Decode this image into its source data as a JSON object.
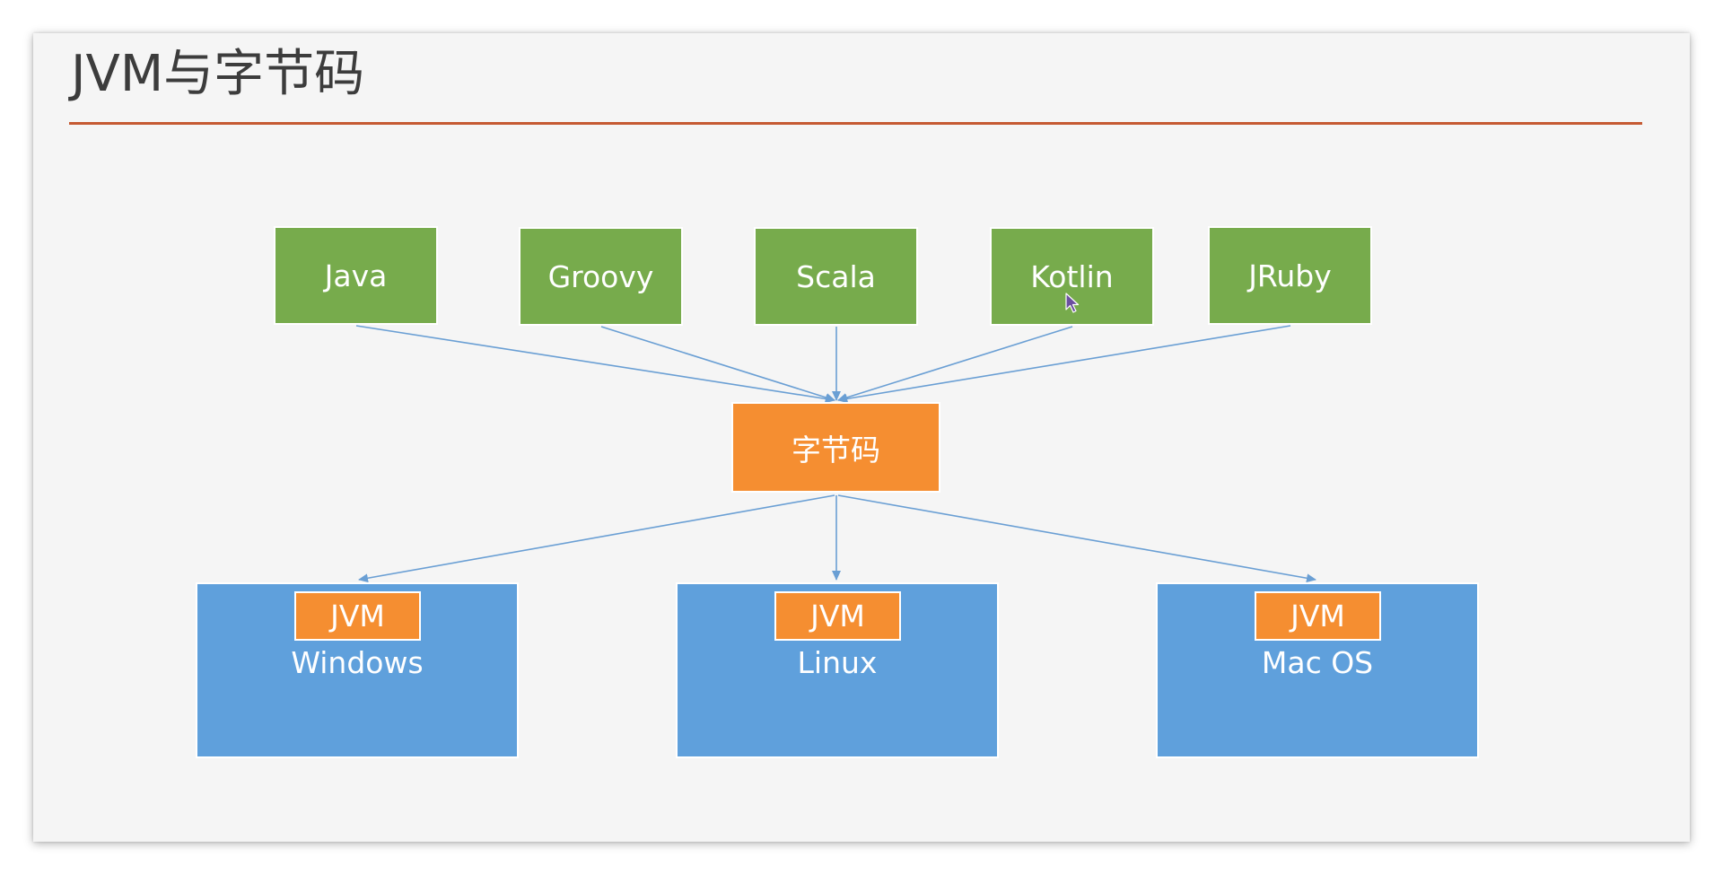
{
  "slide": {
    "title": "JVM与字节码"
  },
  "languages": [
    {
      "label": "Java"
    },
    {
      "label": "Groovy"
    },
    {
      "label": "Scala"
    },
    {
      "label": "Kotlin"
    },
    {
      "label": "JRuby"
    }
  ],
  "bytecode": {
    "label": "字节码"
  },
  "platforms": [
    {
      "jvm_label": "JVM",
      "os_label": "Windows"
    },
    {
      "jvm_label": "JVM",
      "os_label": "Linux"
    },
    {
      "jvm_label": "JVM",
      "os_label": "Mac OS"
    }
  ],
  "colors": {
    "slide_background": "#f5f5f5",
    "title_text": "#3c3c3c",
    "title_rule": "#c55a32",
    "language_box": "#77ab4c",
    "bytecode_box": "#f58e31",
    "jvm_box": "#f58e31",
    "os_box": "#5fa0dc",
    "connector": "#6a9fd4",
    "box_text": "#ffffff"
  },
  "icons": {
    "pointer": "mouse-pointer-icon"
  }
}
